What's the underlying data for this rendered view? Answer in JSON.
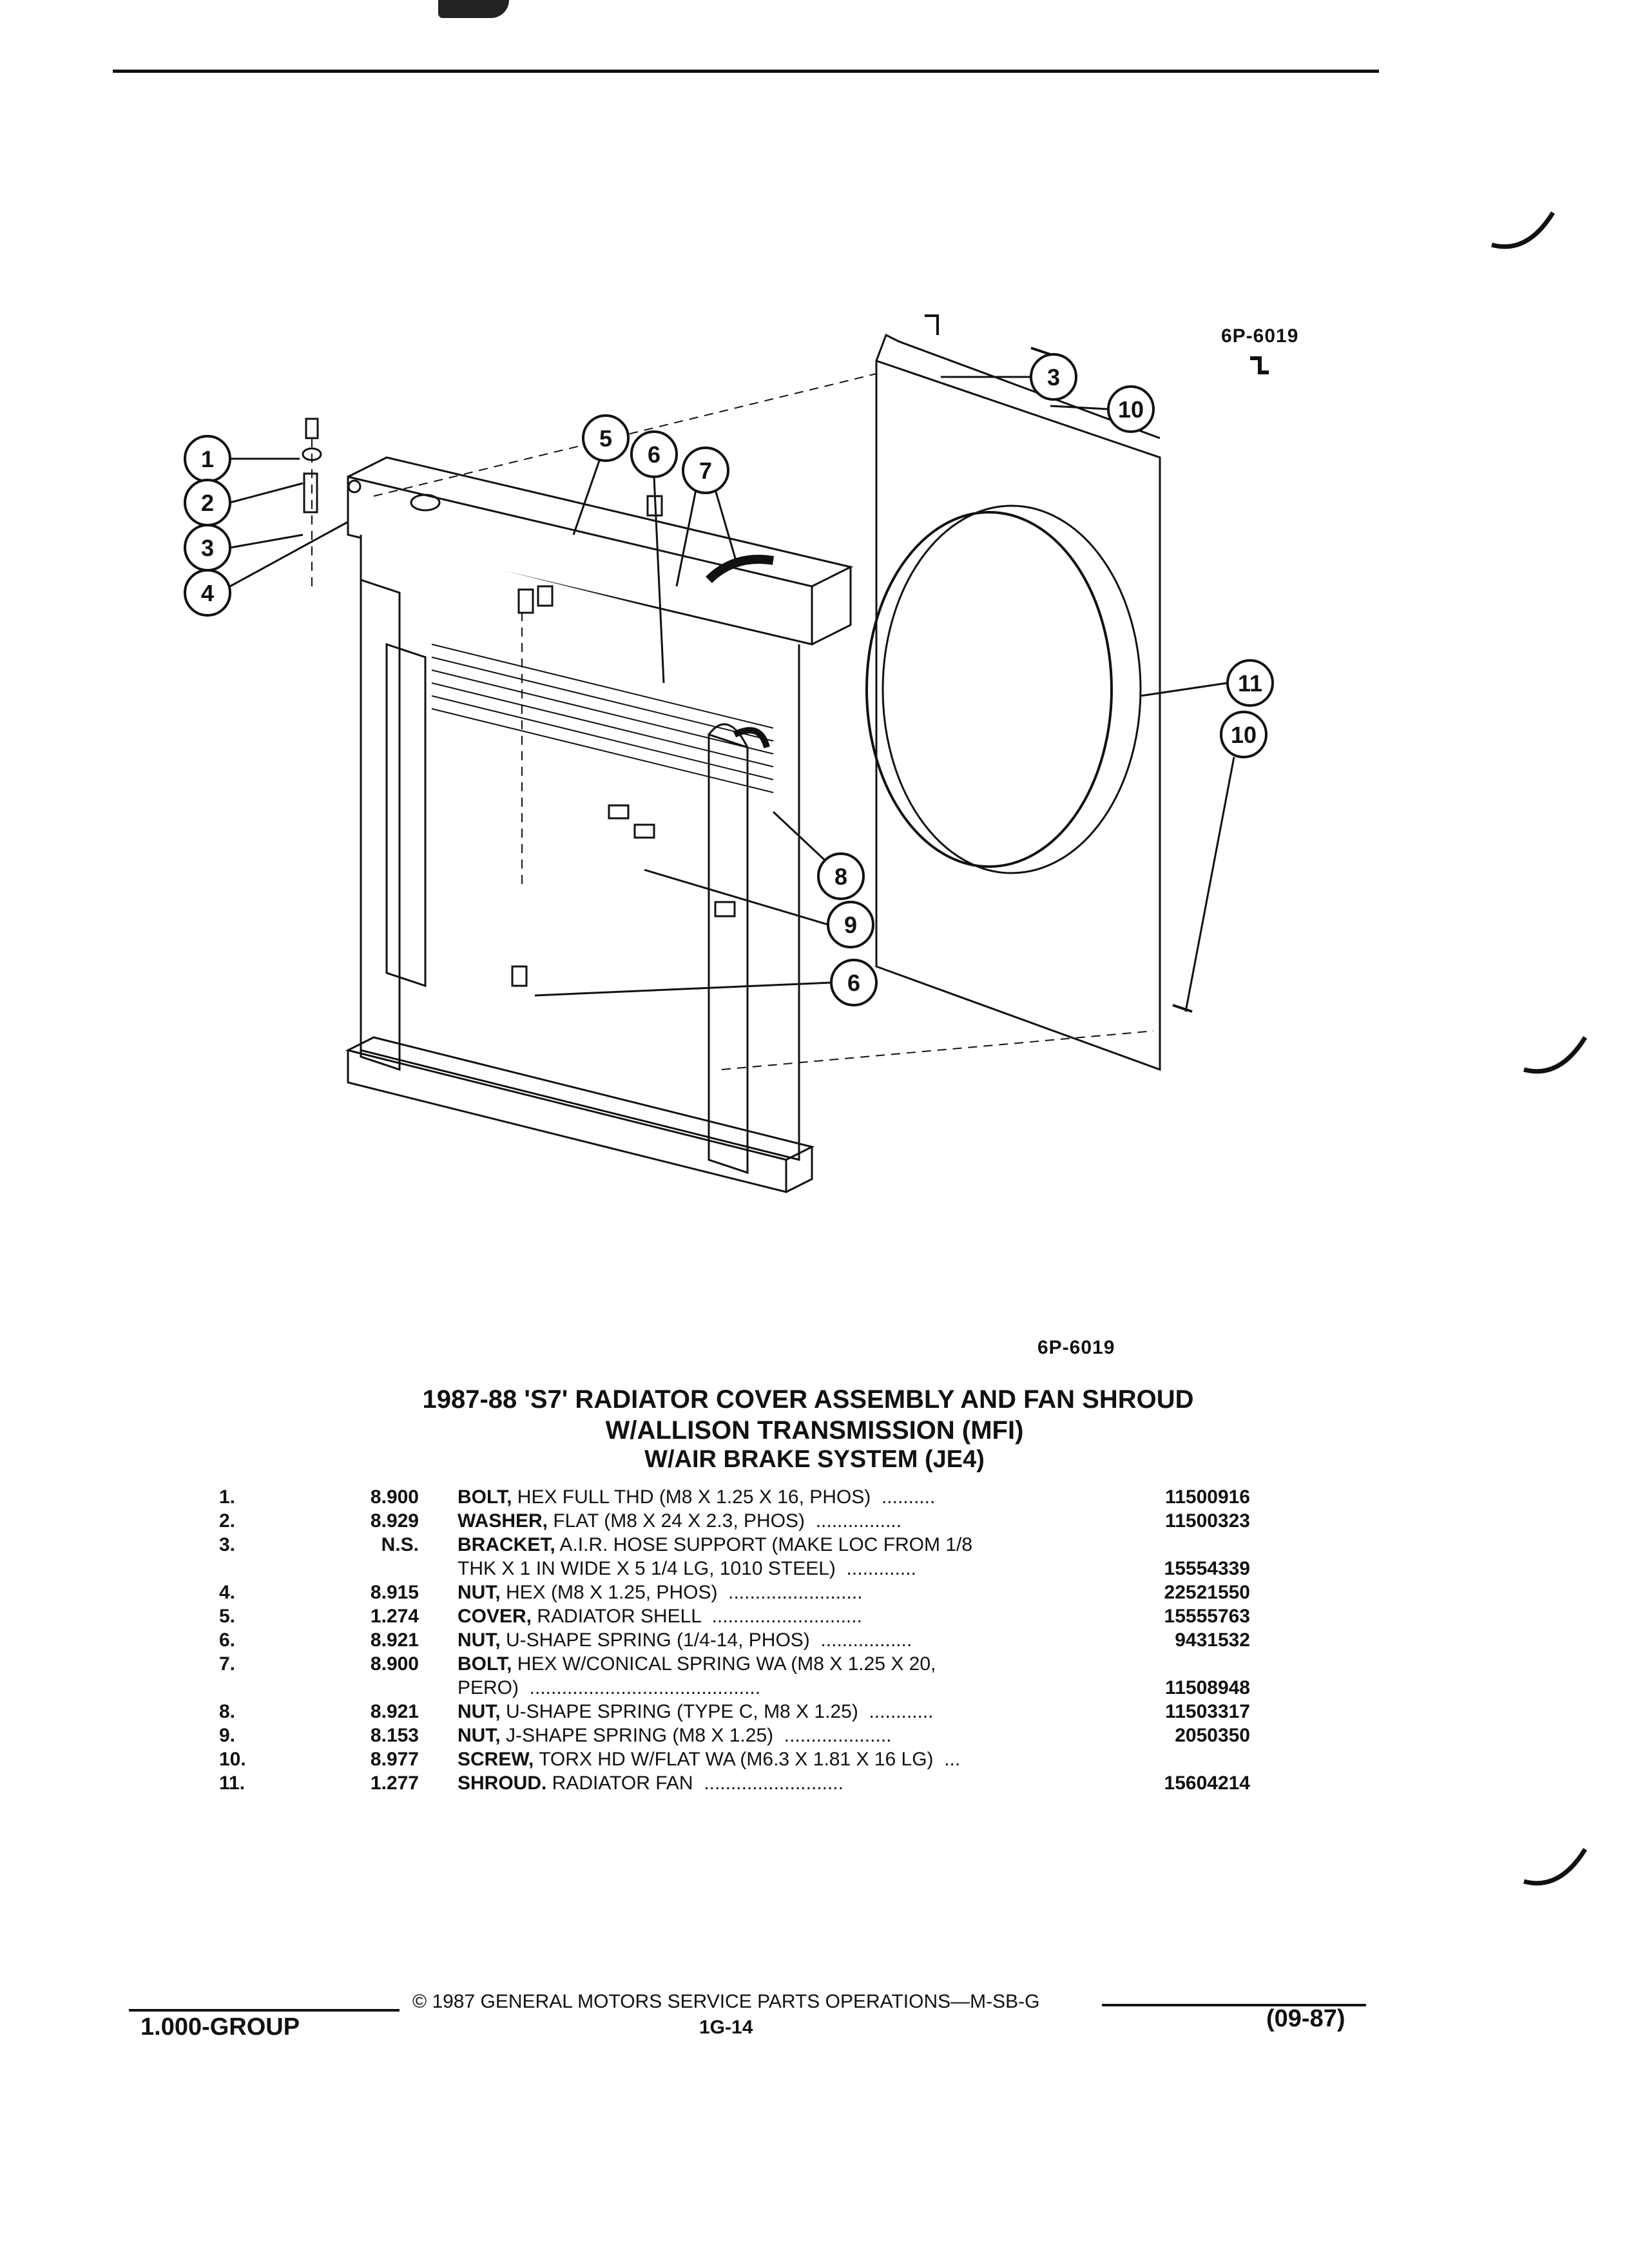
{
  "header": {
    "page_mark": ""
  },
  "plate": {
    "id_top": "6P-6019",
    "id_bottom": "6P-6019"
  },
  "callouts": [
    "1",
    "2",
    "3",
    "4",
    "5",
    "6",
    "7",
    "3",
    "10",
    "11",
    "10",
    "8",
    "9",
    "6"
  ],
  "title": {
    "line1": "1987-88 'S7' RADIATOR COVER ASSEMBLY AND FAN SHROUD",
    "line2": "W/ALLISON TRANSMISSION (MFI)",
    "line3": "W/AIR BRAKE SYSTEM (JE4)"
  },
  "parts": [
    {
      "num": "1.",
      "code": "8.900",
      "name": "BOLT,",
      "desc": " HEX FULL THD (M8 X 1.25 X 16, PHOS)  ..........",
      "pn": "11500916"
    },
    {
      "num": "2.",
      "code": "8.929",
      "name": "WASHER,",
      "desc": " FLAT (M8 X 24 X 2.3, PHOS)  ................",
      "pn": "11500323"
    },
    {
      "num": "3.",
      "code": "N.S.",
      "name": "BRACKET,",
      "desc": " A.I.R. HOSE SUPPORT (MAKE LOC FROM 1/8",
      "pn": ""
    },
    {
      "num": "",
      "code": "",
      "name": "",
      "desc": "THK X 1 IN WIDE X 5 1/4 LG, 1010 STEEL)  .............",
      "pn": "15554339"
    },
    {
      "num": "4.",
      "code": "8.915",
      "name": "NUT,",
      "desc": " HEX (M8 X 1.25, PHOS)  .........................",
      "pn": "22521550"
    },
    {
      "num": "5.",
      "code": "1.274",
      "name": "COVER,",
      "desc": " RADIATOR SHELL  ............................",
      "pn": "15555763"
    },
    {
      "num": "6.",
      "code": "8.921",
      "name": "NUT,",
      "desc": " U-SHAPE SPRING (1/4-14, PHOS)  .................",
      "pn": "9431532"
    },
    {
      "num": "7.",
      "code": "8.900",
      "name": "BOLT,",
      "desc": " HEX W/CONICAL SPRING WA (M8 X 1.25 X 20,",
      "pn": ""
    },
    {
      "num": "",
      "code": "",
      "name": "",
      "desc": "PERO)  ...........................................",
      "pn": "11508948"
    },
    {
      "num": "8.",
      "code": "8.921",
      "name": "NUT,",
      "desc": " U-SHAPE SPRING (TYPE C, M8 X 1.25)  ............",
      "pn": "11503317"
    },
    {
      "num": "9.",
      "code": "8.153",
      "name": "NUT,",
      "desc": " J-SHAPE SPRING (M8 X 1.25)  ....................",
      "pn": "2050350"
    },
    {
      "num": "10.",
      "code": "8.977",
      "name": "SCREW,",
      "desc": " TORX HD W/FLAT WA (M6.3 X 1.81 X 16 LG)  ...",
      "pn": ""
    },
    {
      "num": "11.",
      "code": "1.277",
      "name": "SHROUD.",
      "desc": " RADIATOR FAN  ..........................",
      "pn": "15604214"
    }
  ],
  "footer": {
    "copyright": "© 1987  GENERAL MOTORS SERVICE PARTS OPERATIONS—M-SB-G",
    "group": "1.000-GROUP",
    "page": "1G-14",
    "date": "(09-87)"
  }
}
